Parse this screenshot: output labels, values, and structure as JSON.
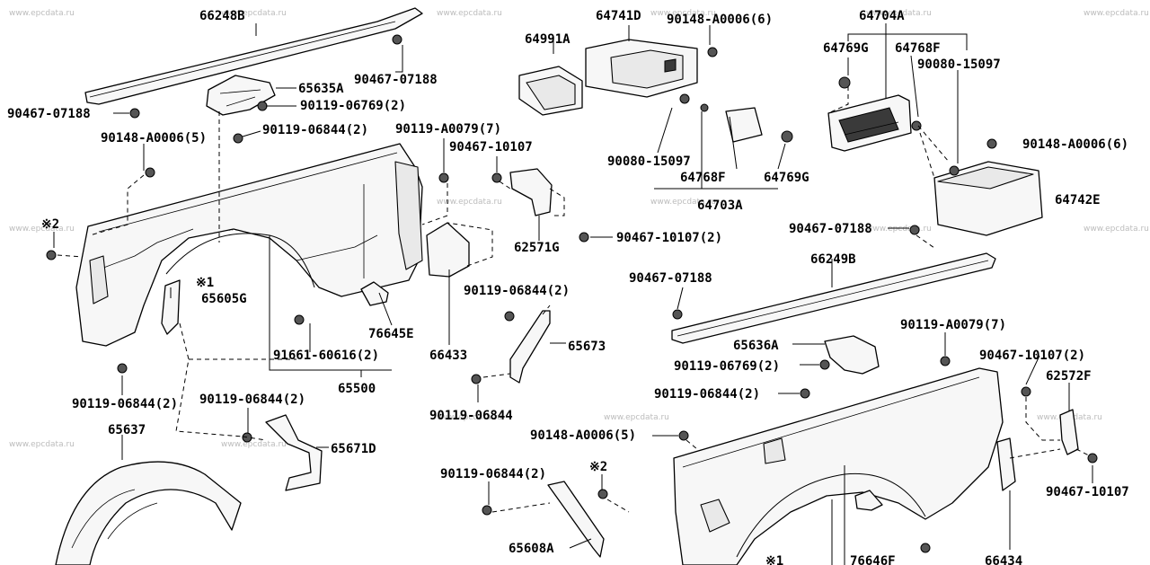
{
  "watermark": "www.epcdata.ru",
  "labels": {
    "p66248B": "66248B",
    "p64741D": "64741D",
    "p90148a6_top": "90148-A0006(6)",
    "p64704A": "64704A",
    "p64991A": "64991A",
    "p64769G_top": "64769G",
    "p64768F_top": "64768F",
    "p90080_top": "90080-15097",
    "p90467_07188_a": "90467-07188",
    "p65635A": "65635A",
    "p90467_07188_b": "90467-07188",
    "p90119_06769_a": "90119-06769(2)",
    "p90119_06844_a": "90119-06844(2)",
    "p90148a5_left": "90148-A0006(5)",
    "p90119a79_a": "90119-A0079(7)",
    "p90467_10107_a": "90467-10107",
    "p90080_mid": "90080-15097",
    "p64768F_mid": "64768F",
    "p64769G_mid": "64769G",
    "p64703A": "64703A",
    "p90148a6_right": "90148-A0006(6)",
    "p64742E": "64742E",
    "sym2_a": "※2",
    "p62571G": "62571G",
    "p90467_10107_b": "90467-10107(2)",
    "p90467_07188_c": "90467-07188",
    "p66249B": "66249B",
    "sym1_a": "※1",
    "p65605G": "65605G",
    "p90119_06844_b": "90119-06844(2)",
    "p90467_07188_d": "90467-07188",
    "p76645E": "76645E",
    "p65673": "65673",
    "p91661": "91661-60616(2)",
    "p66433": "66433",
    "p65500": "65500",
    "p90119a79_b": "90119-A0079(7)",
    "p65636A": "65636A",
    "p90467_10107_c": "90467-10107(2)",
    "p90119_06769_b": "90119-06769(2)",
    "p62572F": "62572F",
    "p90119_06844_c": "90119-06844(2)",
    "p90119_06844_d": "90119-06844(2)",
    "p90119_06844_e": "90119-06844(2)",
    "p90119_06844_f": "90119-06844",
    "p65637": "65637",
    "p65671D": "65671D",
    "p90148a5_right": "90148-A0006(5)",
    "p90119_06844_g": "90119-06844(2)",
    "sym2_b": "※2",
    "p90467_10107_d": "90467-10107",
    "p65608A": "65608A",
    "p66434": "66434",
    "p76646F": "76646F",
    "sym1_b": "※1"
  }
}
